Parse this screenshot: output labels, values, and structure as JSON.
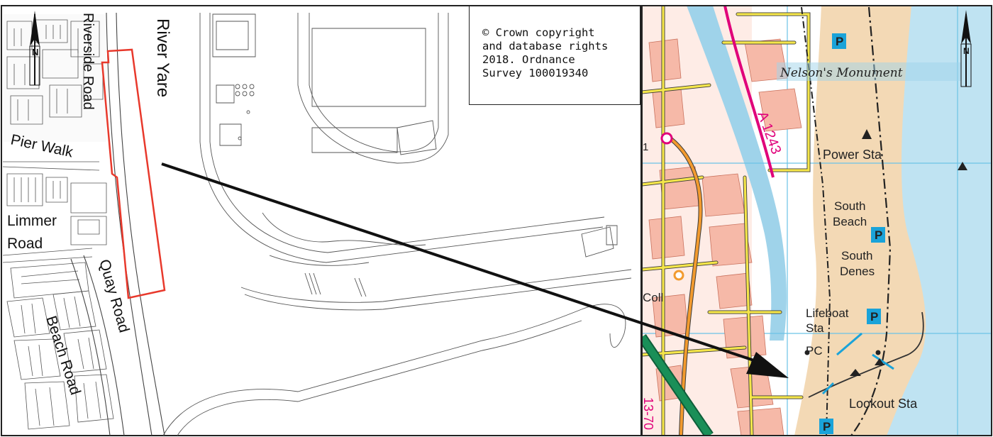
{
  "copyright": {
    "line1": "© Crown copyright",
    "line2": "and database rights",
    "line3": "2018. Ordnance",
    "line4": "Survey 100019340"
  },
  "site_plan": {
    "labels": {
      "riverside_road": "Riverside Road",
      "river_yare": "River Yare",
      "pier_walk": "Pier Walk",
      "limmer_road_1": "Limmer",
      "limmer_road_2": "Road",
      "quay_road": "Quay Road",
      "beach_road": "Beach Road"
    },
    "site_boundary_color": "#e8392c"
  },
  "location_map": {
    "labels": {
      "nelsons_monument": "Nelson's Monument",
      "a1243": "A 1243",
      "power_sta": "Power Sta",
      "south_beach_1": "South",
      "south_beach_2": "Beach",
      "south_denes_1": "South",
      "south_denes_2": "Denes",
      "lifeboat_sta_1": "Lifeboat",
      "lifeboat_sta_2": "Sta",
      "pc": "PC",
      "lookout_sta": "Lookout Sta",
      "coll": "Coll",
      "parking": "P",
      "a_road_partial": "13-70",
      "numeral_1": "1"
    },
    "colors": {
      "sea": "#bfe3f2",
      "beach": "#f3d9b5",
      "land": "#ffffff",
      "building": "#f6b9a8",
      "road_yellow": "#f5e64a",
      "road_pink": "#e0007a",
      "road_orange": "#f29a2e",
      "road_green": "#1a8f58",
      "water": "#9fd3ea",
      "grid": "#6cc3e6",
      "parking": "#1aa3d9"
    }
  },
  "north_arrow": "north-arrow-icon"
}
